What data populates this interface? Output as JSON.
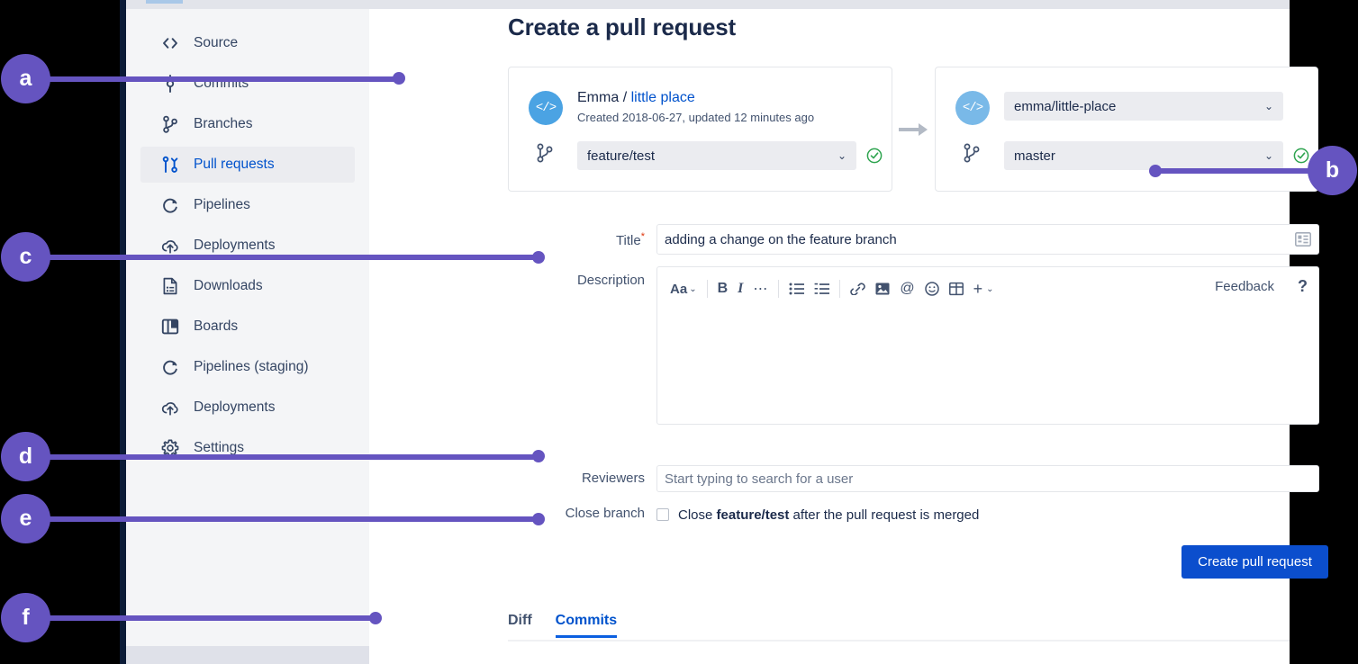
{
  "page": {
    "title": "Create a pull request"
  },
  "sidebar": {
    "items": [
      {
        "label": "Source",
        "icon": "code-brackets-icon",
        "active": false
      },
      {
        "label": "Commits",
        "icon": "commits-icon",
        "active": false
      },
      {
        "label": "Branches",
        "icon": "branches-icon",
        "active": false
      },
      {
        "label": "Pull requests",
        "icon": "pull-request-icon",
        "active": true
      },
      {
        "label": "Pipelines",
        "icon": "pipelines-icon",
        "active": false
      },
      {
        "label": "Deployments",
        "icon": "deployments-icon",
        "active": false
      },
      {
        "label": "Downloads",
        "icon": "downloads-icon",
        "active": false
      },
      {
        "label": "Boards",
        "icon": "boards-icon",
        "active": false
      },
      {
        "label": "Pipelines (staging)",
        "icon": "pipelines-icon",
        "active": false
      },
      {
        "label": "Deployments",
        "icon": "deployments-icon",
        "active": false
      },
      {
        "label": "Settings",
        "icon": "gear-icon",
        "active": false
      }
    ]
  },
  "source_card": {
    "owner": "Emma",
    "separator": "/",
    "repo": "little place",
    "meta": "Created 2018-06-27, updated 12 minutes ago",
    "branch": "feature/test",
    "chevron": "⌄",
    "status": "valid"
  },
  "dest_card": {
    "repo": "emma/little-place",
    "branch": "master",
    "chevron": "⌄",
    "status": "valid"
  },
  "form": {
    "title_label": "Title",
    "title_required": "*",
    "title_value": "adding a change on the feature branch",
    "description_label": "Description",
    "description_value": "",
    "reviewers_label": "Reviewers",
    "reviewers_placeholder": "Start typing to search for a user",
    "close_branch_label": "Close branch",
    "close_branch_prefix": "Close ",
    "close_branch_branch": "feature/test",
    "close_branch_suffix": " after the pull request is merged",
    "close_branch_checked": false,
    "submit_label": "Create pull request"
  },
  "editor_toolbar": {
    "text_style": "Aa",
    "text_style_chevron": "⌄",
    "bold": "B",
    "italic": "I",
    "more": "⋯",
    "bullet_list": "bullet-list-icon",
    "numbered_list": "numbered-list-icon",
    "link": "link-icon",
    "image": "image-icon",
    "mention": "@",
    "emoji": "emoji-icon",
    "table": "table-icon",
    "insert": "+",
    "insert_chevron": "⌄",
    "feedback": "Feedback",
    "help": "?"
  },
  "tabs": [
    {
      "label": "Diff",
      "active": false
    },
    {
      "label": "Commits",
      "active": true
    }
  ],
  "callouts": [
    {
      "id": "a",
      "label": "a"
    },
    {
      "id": "b",
      "label": "b"
    },
    {
      "id": "c",
      "label": "c"
    },
    {
      "id": "d",
      "label": "d"
    },
    {
      "id": "e",
      "label": "e"
    },
    {
      "id": "f",
      "label": "f"
    }
  ],
  "colors": {
    "accent_purple": "#6554c0",
    "link_blue": "#0052cc",
    "primary_button": "#0b4ecd",
    "success_green": "#36b37e",
    "avatar_blue": "#4ba3e3",
    "nav_rail": "#0b1b37",
    "sidebar_bg": "#f4f5f7",
    "title_navy": "#1b2a4a"
  }
}
